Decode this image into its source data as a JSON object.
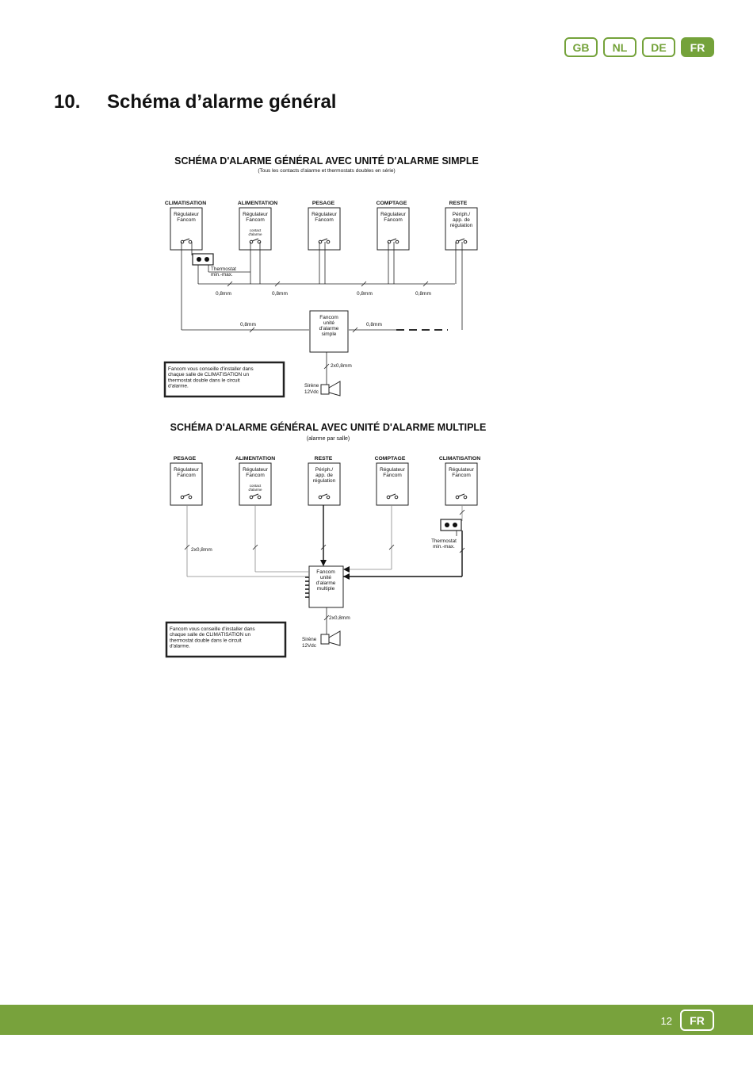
{
  "languages": [
    "GB",
    "NL",
    "DE",
    "FR"
  ],
  "heading": {
    "number": "10.",
    "title": "Schéma d’alarme général"
  },
  "diagram1": {
    "title": "SCHÉMA D'ALARME GÉNÉRAL AVEC UNITÉ D'ALARME SIMPLE",
    "subtitle": "(Tous les contacts d'alarme et thermostats doubles en série)",
    "columns": [
      {
        "label": "CLIMATISATION",
        "box": [
          "Régulateur",
          "Fancom"
        ]
      },
      {
        "label": "ALIMENTATION",
        "box": [
          "Régulateur",
          "Fancom"
        ],
        "small": [
          "contact",
          "d'alarme"
        ]
      },
      {
        "label": "PESAGE",
        "box": [
          "Régulateur",
          "Fancom"
        ]
      },
      {
        "label": "COMPTAGE",
        "box": [
          "Régulateur",
          "Fancom"
        ]
      },
      {
        "label": "RESTE",
        "box": [
          "Périph./",
          "app. de",
          "régulation"
        ]
      }
    ],
    "thermostat": [
      "Thermostat",
      "min.-max."
    ],
    "wire_labels": [
      "0,8mm",
      "0,8mm",
      "0,8mm",
      "0,8mm"
    ],
    "wire_labels_lower": [
      "0,8mm",
      "0,8mm"
    ],
    "unit": [
      "Fancom",
      "unité",
      "d'alarme",
      "simple"
    ],
    "siren_wire": "2x0,8mm",
    "siren": [
      "Sirène",
      "12Vdc"
    ],
    "note": [
      "Fancom vous conseille d'installer dans",
      "chaque salle de CLIMATISATION un",
      "thermostat double dans le circuit",
      "d'alarme."
    ]
  },
  "diagram2": {
    "title": "SCHÉMA D'ALARME GÉNÉRAL AVEC UNITÉ D'ALARME MULTIPLE",
    "subtitle": "(alarme par salle)",
    "columns": [
      {
        "label": "PESAGE",
        "box": [
          "Régulateur",
          "Fancom"
        ]
      },
      {
        "label": "ALIMENTATION",
        "box": [
          "Régulateur",
          "Fancom"
        ],
        "small": [
          "contact",
          "d'alarme"
        ]
      },
      {
        "label": "RESTE",
        "box": [
          "Périph./",
          "app. de",
          "régulation"
        ]
      },
      {
        "label": "COMPTAGE",
        "box": [
          "Régulateur",
          "Fancom"
        ]
      },
      {
        "label": "CLIMATISATION",
        "box": [
          "Régulateur",
          "Fancom"
        ]
      }
    ],
    "wire_label": "2x0,8mm",
    "thermostat": [
      "Thermostat",
      "min.-max."
    ],
    "unit": [
      "Fancom",
      "unité",
      "d'alarme",
      "multiple"
    ],
    "siren_wire": "2x0,8mm",
    "siren": [
      "Sirène",
      "12Vdc"
    ],
    "note": [
      "Fancom vous conseille d'installer dans",
      "chaque salle de CLIMATISATION un",
      "thermostat double dans le circuit",
      "d'alarme."
    ]
  },
  "footer": {
    "page_number": "12",
    "lang": "FR"
  }
}
